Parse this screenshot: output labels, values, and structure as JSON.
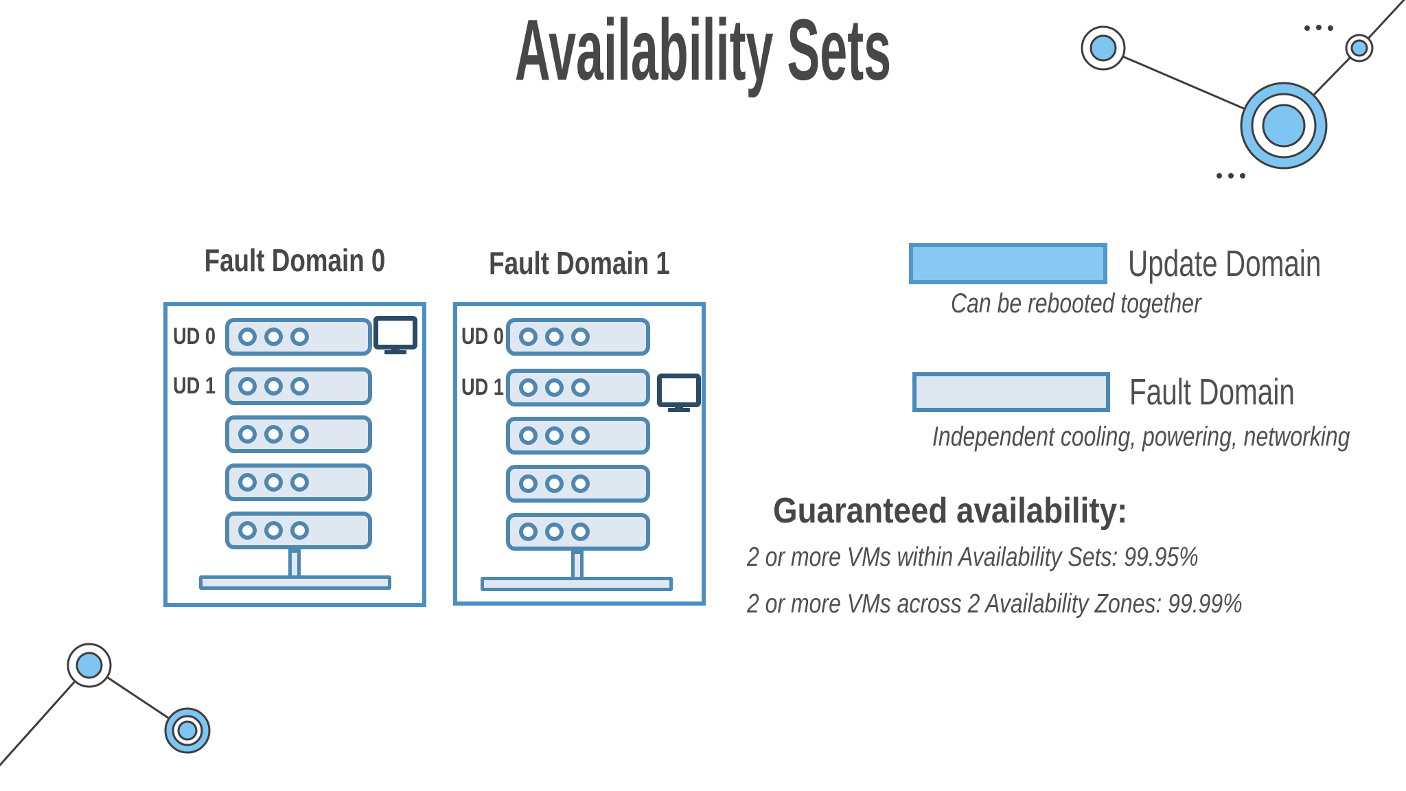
{
  "title": "Availability Sets",
  "racks": [
    {
      "heading": "Fault Domain 0",
      "ud_labels": [
        "UD 0",
        "UD 1"
      ],
      "server_count": 5,
      "vm_monitor_on_row": 1
    },
    {
      "heading": "Fault Domain 1",
      "ud_labels": [
        "UD 0",
        "UD 1"
      ],
      "server_count": 5,
      "vm_monitor_on_row": 2
    }
  ],
  "legend": [
    {
      "label": "Update Domain",
      "caption": "Can be rebooted together",
      "swatch_fill": "#87C9F3",
      "swatch_border": "#5596C9"
    },
    {
      "label": "Fault Domain",
      "caption": "Independent cooling, powering, networking",
      "swatch_fill": "#DDE7F0",
      "swatch_border": "#4A88B8"
    }
  ],
  "availability": {
    "heading": "Guaranteed availability:",
    "lines": [
      "2 or more VMs within Availability Sets: 99.95%",
      "2 or more VMs across 2 Availability Zones: 99.99%"
    ]
  },
  "icons": {
    "vm_monitor": "monitor-icon",
    "corner_decoration": "network-nodes-icon",
    "server_led": "led-dot-icon"
  },
  "colors": {
    "text": "#474747",
    "frame-blue": "#4B8FC2",
    "server-border": "#4E87B2",
    "server-fill": "#DFE8F1",
    "update-fill": "#87C9F3",
    "update-border": "#5596C9",
    "fault-fill": "#DDE7F0",
    "fault-border": "#4A88B8",
    "monitor-dark": "#2B4A63",
    "deco-blue": "#7EC5F2",
    "deco-stroke": "#3D3D3D"
  }
}
